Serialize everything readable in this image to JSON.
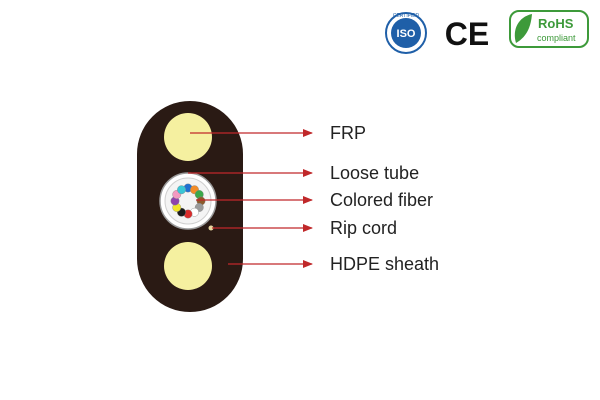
{
  "badges": {
    "iso": {
      "text": "ISO",
      "ring_text": "CERTIFIED",
      "color": "#1f5fa8"
    },
    "ce": {
      "text": "CE"
    },
    "rohs": {
      "title": "RoHS",
      "subtitle": "compliant",
      "color": "#3d9a3a"
    }
  },
  "labels": [
    {
      "id": "frp",
      "text": "FRP"
    },
    {
      "id": "loose-tube",
      "text": "Loose tube"
    },
    {
      "id": "colored-fiber",
      "text": "Colored fiber"
    },
    {
      "id": "rip-cord",
      "text": "Rip cord"
    },
    {
      "id": "hdpe-sheath",
      "text": "HDPE sheath"
    }
  ],
  "colors": {
    "sheath": "#2a1a14",
    "frp": "#f5f0a0",
    "pointer": "#c0282a",
    "label": "#222222"
  },
  "fiber_colors": [
    "#1f6fd1",
    "#f28c28",
    "#3aa84a",
    "#8b5a2b",
    "#9a9a9a",
    "#ffffff",
    "#d92b2b",
    "#1a1a1a",
    "#f2e62b",
    "#8e44ad",
    "#f49ac1",
    "#39c6d6"
  ]
}
